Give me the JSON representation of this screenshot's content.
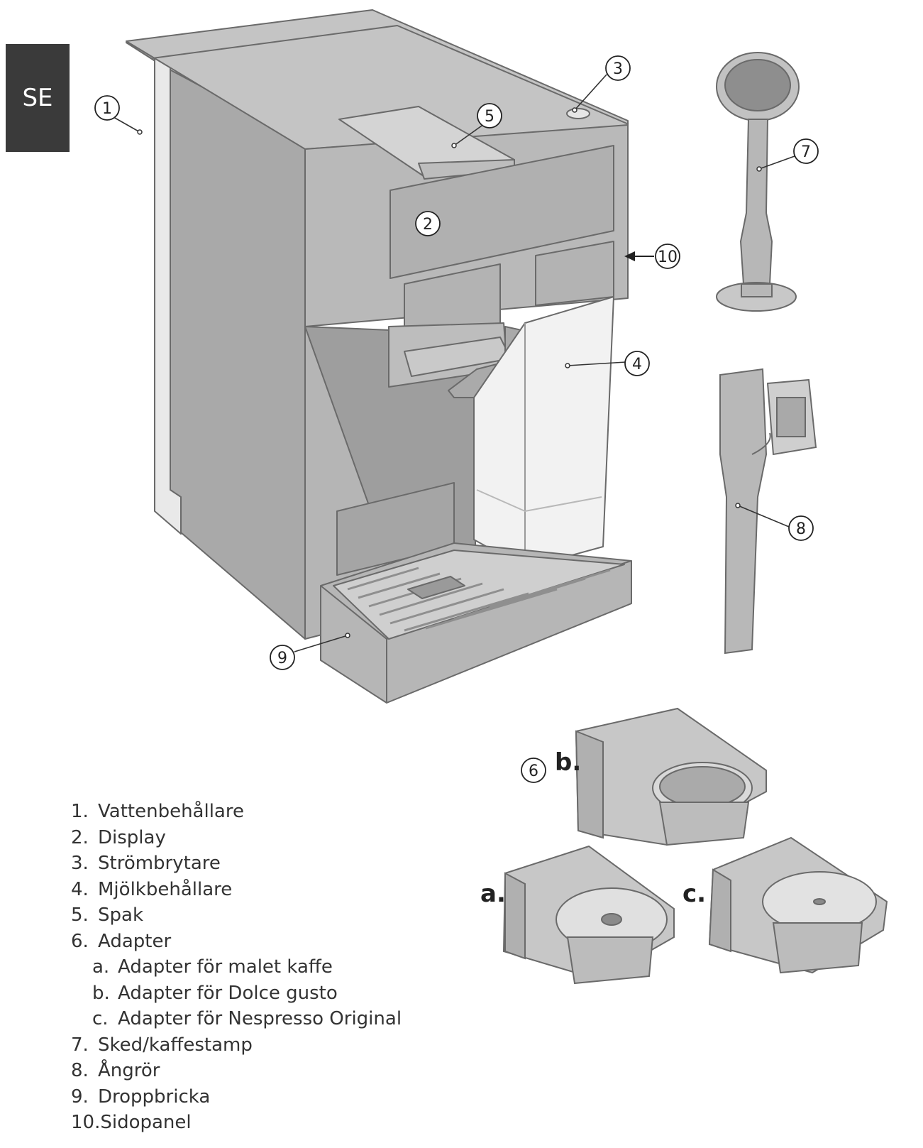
{
  "lang_tab": "SE",
  "callouts": [
    "1",
    "2",
    "3",
    "4",
    "5",
    "6",
    "7",
    "8",
    "9",
    "10"
  ],
  "adapter_letters": [
    "a.",
    "b.",
    "c."
  ],
  "legend": [
    {
      "num": "1.",
      "label": "Vattenbehållare"
    },
    {
      "num": "2.",
      "label": "Display"
    },
    {
      "num": "3.",
      "label": "Strömbrytare"
    },
    {
      "num": "4.",
      "label": "Mjölkbehållare"
    },
    {
      "num": "5.",
      "label": "Spak"
    },
    {
      "num": "6.",
      "label": "Adapter"
    },
    {
      "num": "a.",
      "label": "Adapter för malet kaffe",
      "sub": true
    },
    {
      "num": "b.",
      "label": "Adapter för Dolce gusto",
      "sub": true
    },
    {
      "num": "c.",
      "label": "Adapter för Nespresso Original",
      "sub": true
    },
    {
      "num": "7.",
      "label": "Sked/kaffestamp"
    },
    {
      "num": "8.",
      "label": "Ångrör"
    },
    {
      "num": "9.",
      "label": "Droppbricka"
    },
    {
      "num": "10.",
      "label": "Sidopanel"
    }
  ]
}
